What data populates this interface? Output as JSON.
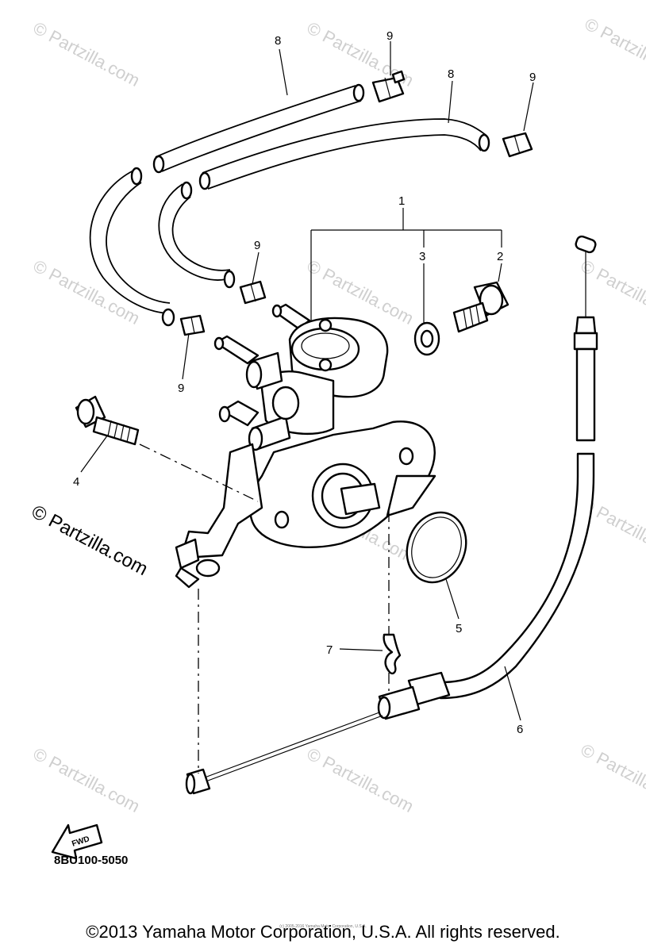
{
  "callouts": {
    "c1": "1",
    "c2": "2",
    "c3": "3",
    "c4": "4",
    "c5": "5",
    "c6": "6",
    "c7": "7",
    "c8a": "8",
    "c8b": "8",
    "c9a": "9",
    "c9b": "9",
    "c9c": "9",
    "c9d": "9"
  },
  "fwd_label": "FWD",
  "diagram_code": "8BU100-5050",
  "watermark": "© Partzilla.com",
  "copyright": "©2013 Yamaha Motor Corporation, U.S.A. All rights reserved.",
  "fine_print": "(c) 2005-2016 Yamaha Motor Corporation, U.S.A.",
  "colors": {
    "ink": "#000000",
    "watermark": "#cfcfcf",
    "background": "#ffffff"
  }
}
